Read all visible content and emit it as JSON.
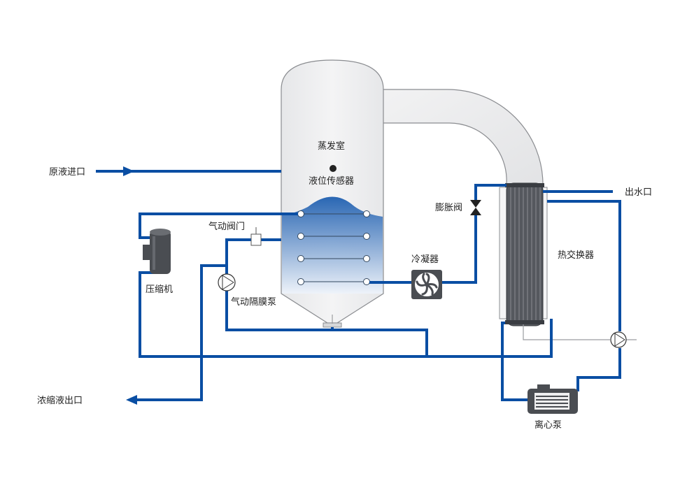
{
  "colors": {
    "pipe": "#0a4ea3",
    "shell": "#eeeeef",
    "shell_stroke": "#8a8c90",
    "liquid_top": "#1f5fb0",
    "liquid_bottom": "#eef3fa",
    "device_dark": "#4a4d52",
    "exchanger_tube": "#606369",
    "thin_pipe": "#9a9ca0"
  },
  "labels": {
    "evaporator": "蒸发室",
    "level_sensor": "液位传感器",
    "raw_inlet": "原液进口",
    "compressor": "压缩机",
    "pneumatic_valve": "气动阀门",
    "diaphragm_pump": "气动隔膜泵",
    "concentrate_outlet": "浓缩液出口",
    "expansion_valve": "膨胀阀",
    "condenser": "冷凝器",
    "water_outlet": "出水口",
    "heat_exchanger": "热交换器",
    "centrifugal_pump": "离心泵"
  },
  "icons": {
    "inlet_arrow": "arrow-right-icon",
    "outlet_arrow": "arrow-left-icon",
    "fan": "fan-icon",
    "valve": "bowtie-valve-icon",
    "pump": "pump-circle-icon",
    "compressor": "compressor-icon",
    "sensor": "sensor-dot-icon"
  }
}
